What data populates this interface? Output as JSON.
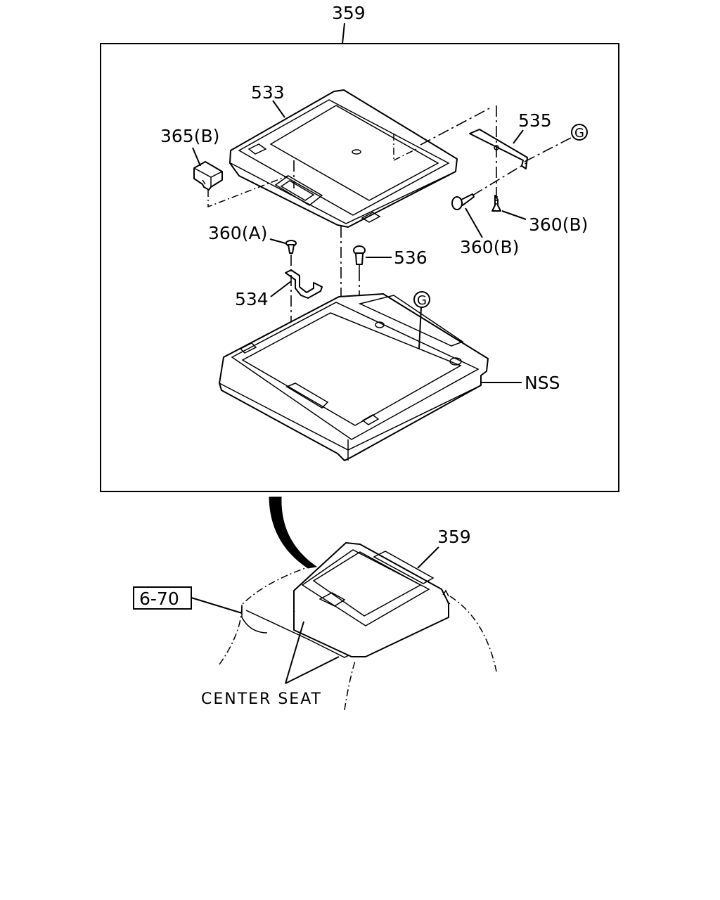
{
  "labels": {
    "top_assembly": "359",
    "lid": "533",
    "switch": "365(B)",
    "bracket_right": "535",
    "ref_g_top": "G",
    "screw_right": "360(B)",
    "screw_lower": "360(B)",
    "screw_a": "360(A)",
    "pin": "536",
    "bracket_left": "534",
    "ref_g_box": "G",
    "nss": "NSS",
    "bottom_assembly": "359",
    "ref_box": "6-70",
    "center_seat": "CENTER SEAT"
  }
}
